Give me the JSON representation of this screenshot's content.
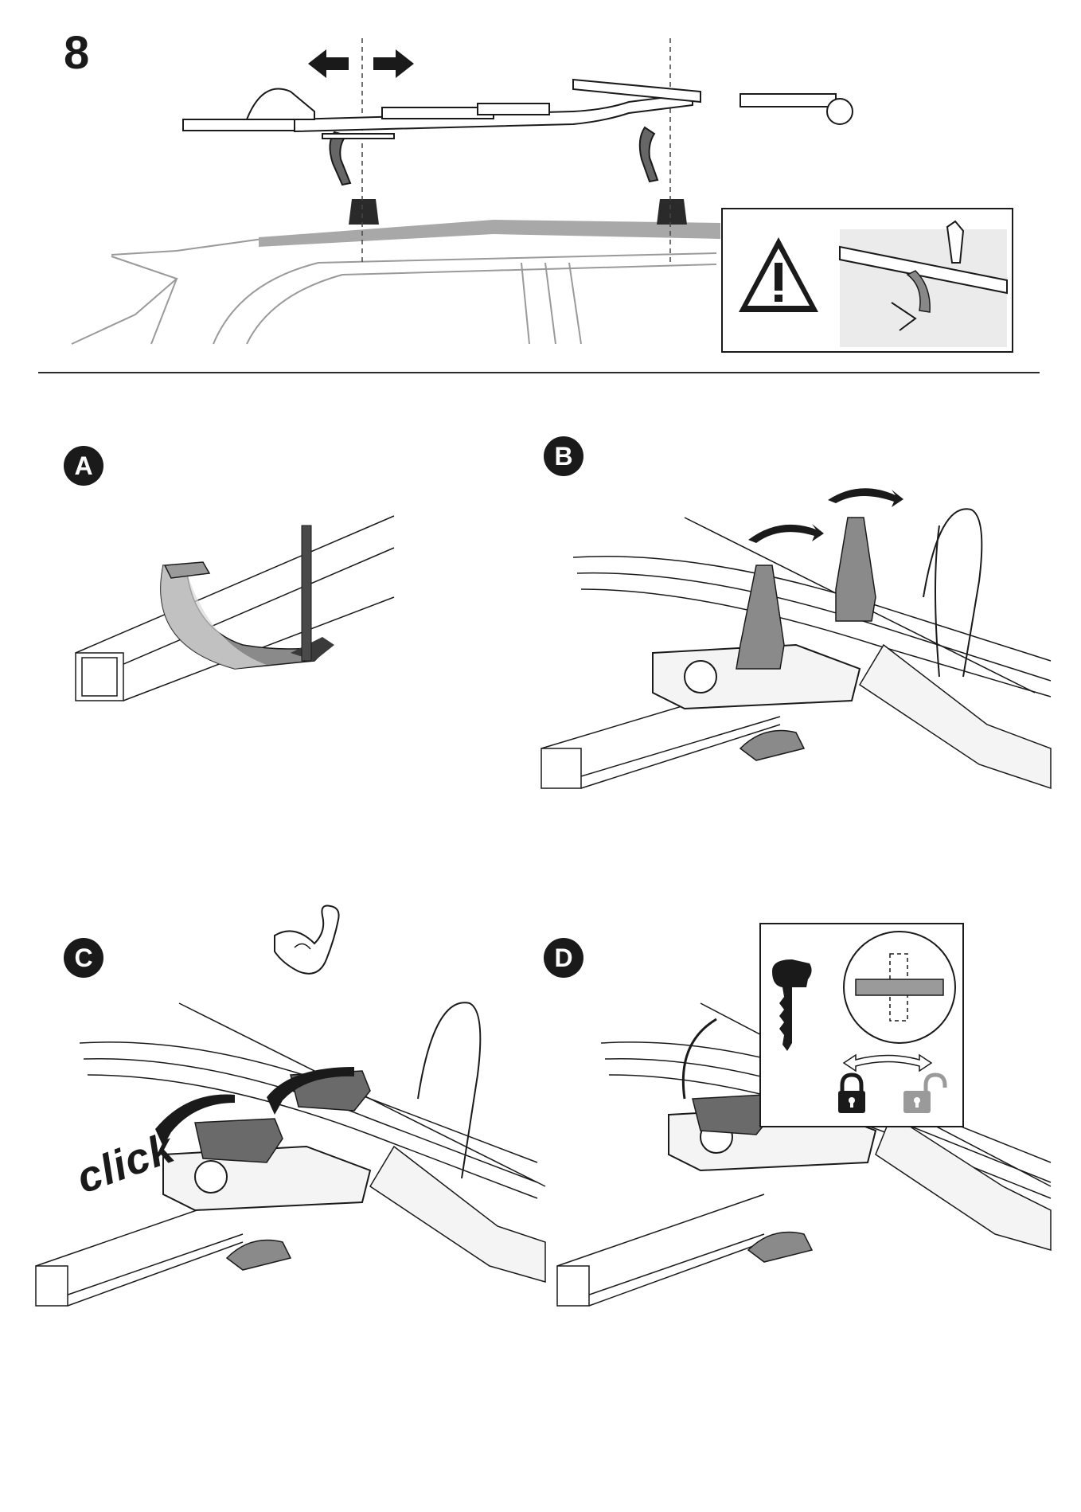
{
  "page": {
    "step_number": "8"
  },
  "panels": [
    {
      "id": "A",
      "label": "A"
    },
    {
      "id": "B",
      "label": "B"
    },
    {
      "id": "C",
      "label": "C",
      "sound_text": "click"
    },
    {
      "id": "D",
      "label": "D"
    }
  ],
  "icons": {
    "warning": "warning-triangle-icon",
    "arrows": "left-right-arrows-icon",
    "lock": "lock-closed-icon",
    "unlock": "lock-open-icon",
    "key": "key-icon",
    "flex": "flexed-arm-icon"
  },
  "colors": {
    "ink": "#1a1a1a",
    "mid_gray": "#7a7a7a",
    "light_gray": "#b5b5b5",
    "roof_gray": "#a8a8a8"
  }
}
